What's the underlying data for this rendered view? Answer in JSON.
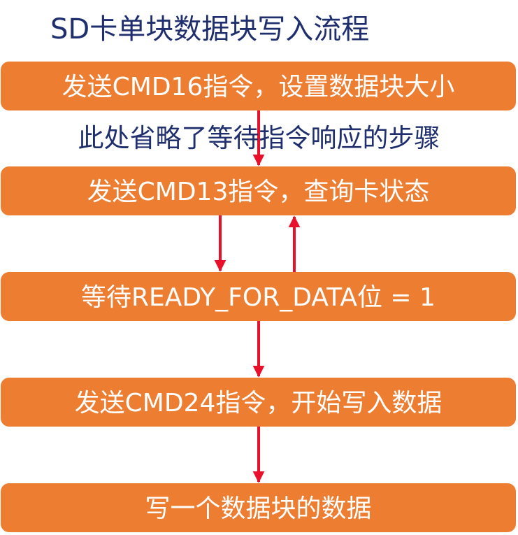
{
  "title": "SD卡单块数据块写入流程",
  "note": "此处省略了等待指令响应的步骤",
  "steps": [
    "发送CMD16指令，设置数据块大小",
    "发送CMD13指令，查询卡状态",
    "等待READY_FOR_DATA位 = 1",
    "发送CMD24指令，开始写入数据",
    "写一个数据块的数据"
  ],
  "colors": {
    "box_fill": "#ed7d31",
    "box_text": "#ffffff",
    "heading_text": "#1f2f6e",
    "arrow": "#e8102a"
  }
}
